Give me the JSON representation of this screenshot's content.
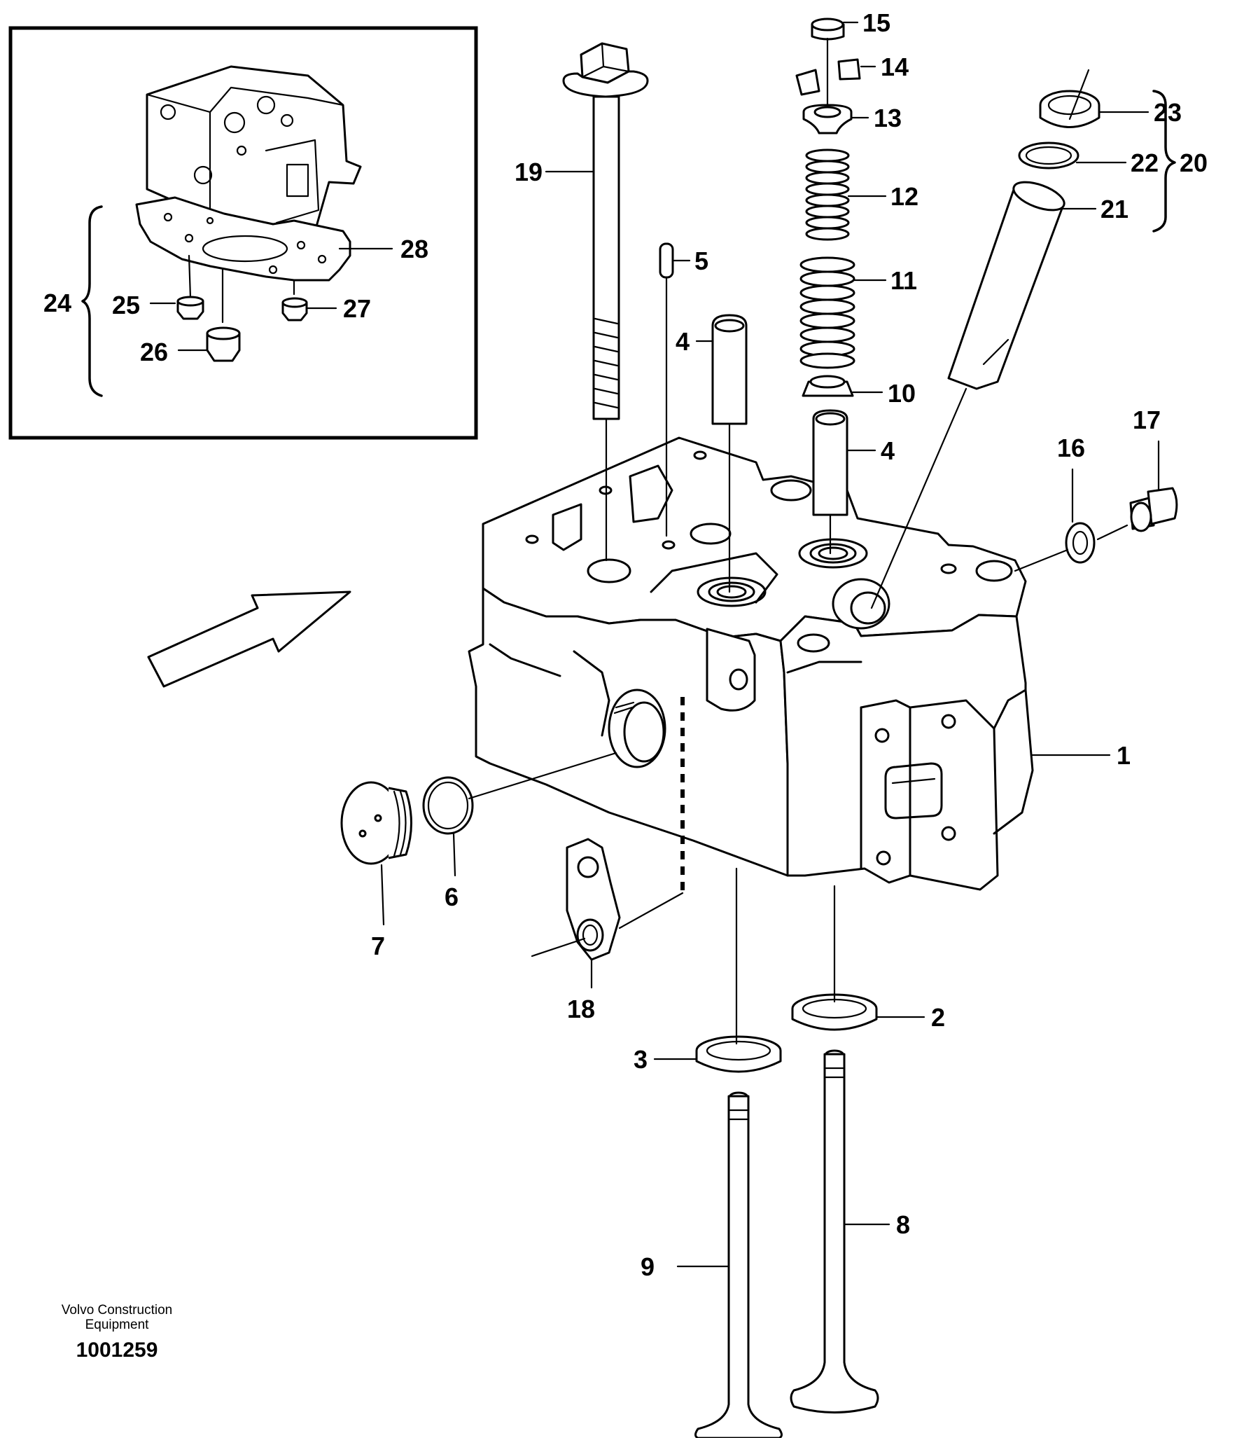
{
  "callouts": {
    "c1": "1",
    "c2": "2",
    "c3": "3",
    "c4a": "4",
    "c4b": "4",
    "c5": "5",
    "c6": "6",
    "c7": "7",
    "c8": "8",
    "c9": "9",
    "c10": "10",
    "c11": "11",
    "c12": "12",
    "c13": "13",
    "c14": "14",
    "c15": "15",
    "c16": "16",
    "c17": "17",
    "c18": "18",
    "c19": "19",
    "c20": "20",
    "c21": "21",
    "c22": "22",
    "c23": "23",
    "c24": "24",
    "c25": "25",
    "c26": "26",
    "c27": "27",
    "c28": "28"
  },
  "footer": {
    "brand_line1": "Volvo Construction",
    "brand_line2": "Equipment",
    "doc_number": "1001259"
  }
}
